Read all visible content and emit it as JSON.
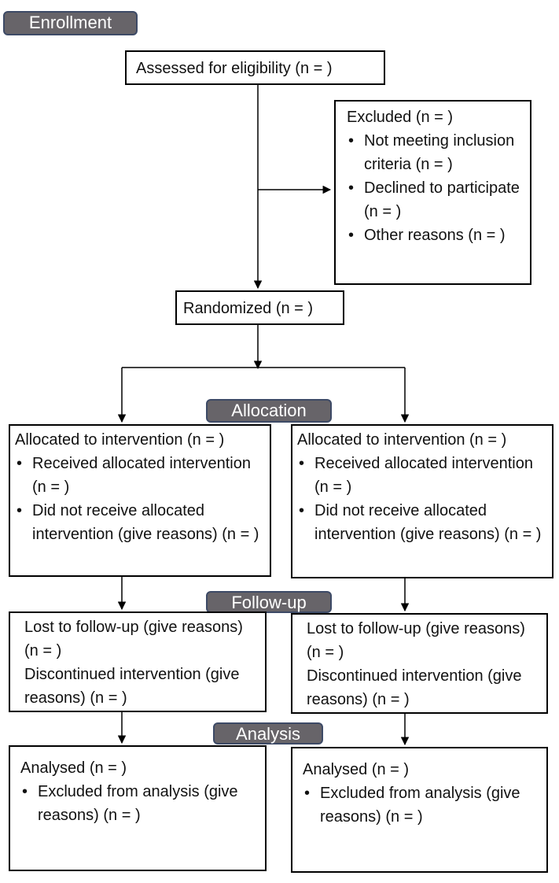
{
  "stages": {
    "enrollment": "Enrollment",
    "allocation": "Allocation",
    "follow_up": "Follow-up",
    "analysis": "Analysis"
  },
  "assessed": "Assessed for eligibility (n =  )",
  "excluded": {
    "title": "Excluded (n =  )",
    "items": [
      "Not meeting inclusion criteria (n = )",
      "Declined to participate (n =  )",
      "Other reasons (n =  )"
    ]
  },
  "randomized": "Randomized (n =  )",
  "arms": [
    {
      "allocation": {
        "title": "Allocated to intervention (n =  )",
        "items": [
          "Received allocated intervention (n = )",
          "Did not receive allocated intervention (give reasons) (n =  )"
        ]
      },
      "follow_up": {
        "lost": "Lost to follow-up (give reasons) (n =  )",
        "discontinued": "Discontinued intervention (give reasons) (n = )"
      },
      "analysis": {
        "analysed": "Analysed (n =  )",
        "excluded": "Excluded from analysis (give reasons) (n = )"
      }
    },
    {
      "allocation": {
        "title": "Allocated to intervention (n =  )",
        "items": [
          "Received allocated intervention (n = )",
          "Did not receive allocated intervention (give reasons) (n =  )"
        ]
      },
      "follow_up": {
        "lost": "Lost to follow-up (give reasons) (n =  )",
        "discontinued": "Discontinued intervention (give reasons) (n = )"
      },
      "analysis": {
        "analysed": "Analysed (n =  )",
        "excluded": "Excluded from analysis (give reasons) (n = )"
      }
    }
  ]
}
